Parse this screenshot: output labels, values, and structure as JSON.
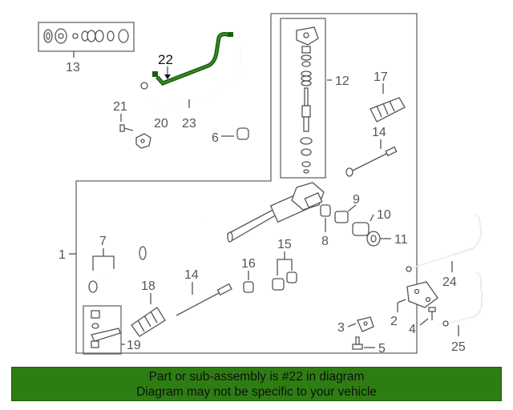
{
  "diagram": {
    "highlight_color": "#1a5c10",
    "highlight_label": "22",
    "labels": [
      "13",
      "21",
      "20",
      "23",
      "6",
      "12",
      "17",
      "14",
      "9",
      "10",
      "11",
      "8",
      "1",
      "7",
      "16",
      "15",
      "14",
      "18",
      "19",
      "3",
      "2",
      "4",
      "5",
      "24",
      "25"
    ]
  },
  "banner": {
    "background": "#2e7d13",
    "line1": "Part or sub-assembly is #22 in diagram",
    "line2": "Diagram may not be specific to your vehicle"
  }
}
